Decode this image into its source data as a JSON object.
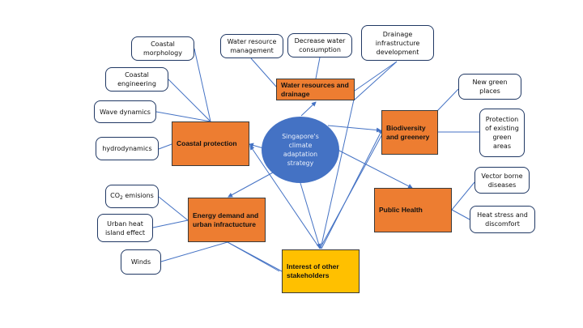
{
  "diagram": {
    "center": {
      "label_lines": [
        "Singapore's",
        "climate",
        "adaptation",
        "strategy"
      ],
      "color": "#4472C4"
    },
    "themes": {
      "coastal": "Coastal protection",
      "water": "Water resources and drainage",
      "biodiversity": "Biodiversity and greenery",
      "energy": "Energy demand and urban infractucture",
      "health": "Public Health",
      "stakeholders": "Interest of other stakeholders"
    },
    "theme_color": "#ED7D31",
    "stakeholder_color": "#FFC000",
    "leaves": {
      "coastal_morphology": "Coastal morphology",
      "coastal_engineering": "Coastal engineering",
      "wave_dynamics": "Wave dynamics",
      "hydrodynamics": "hydrodynamics",
      "water_resource_mgmt": "Water resource management",
      "decrease_water": "Decrease water consumption",
      "drainage_infra": "Drainage infrastructure development",
      "new_green": "New green places",
      "protect_green": "Protection of existing green areas",
      "vector_borne": "Vector borne diseases",
      "heat_stress": "Heat stress and discomfort",
      "co2_prefix": "CO",
      "co2_sub": "2",
      "co2_suffix": " emisions",
      "urban_heat": "Urban heat island effect",
      "winds": "Winds"
    },
    "line_color": "#4472C4"
  }
}
